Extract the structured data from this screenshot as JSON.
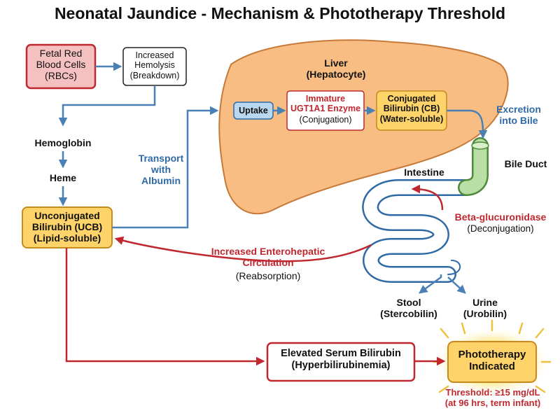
{
  "title": "Neonatal Jaundice - Mechanism & Phototherapy Threshold",
  "nodes": {
    "fetal_rbc": "Fetal Red\nBlood Cells\n(RBCs)",
    "hemolysis": "Increased\nHemolysis\n(Breakdown)",
    "hemoglobin": "Hemoglobin",
    "heme": "Heme",
    "ucb": "Unconjugated\nBilirubin (UCB)\n(Lipid-soluble)",
    "transport": "Transport\nwith\nAlbumin",
    "liver": "Liver\n(Hepatocyte)",
    "uptake": "Uptake",
    "enzyme_name": "Immature\nUGT1A1 Enzyme",
    "enzyme_role": "(Conjugation)",
    "cb": "Conjugated\nBilirubin (CB)\n(Water-soluble)",
    "excretion": "Excretion\ninto Bile",
    "bile_duct": "Bile Duct",
    "intestine": "Intestine",
    "beta_name": "Beta-glucuronidase",
    "beta_role": "(Deconjugation)",
    "entero_name": "Increased Enterohepatic\nCirculation",
    "entero_role": "(Reabsorption)",
    "stool": "Stool\n(Stercobilin)",
    "urine": "Urine\n(Urobilin)",
    "serum": "Elevated Serum Bilirubin\n(Hyperbilirubinemia)",
    "photo": "Phototherapy\nIndicated",
    "threshold": "Threshold: ≥15 mg/dL\n(at 96 hrs, term infant)"
  },
  "colors": {
    "liver_fill": "#f7bd82",
    "liver_stroke": "#c77a38",
    "blue_arrow": "#4a80b6",
    "red_arrow": "#c0282f",
    "yellow_box": "#fdd36a",
    "pink_box": "#f5c0c0",
    "uptake_box": "#b9d7ee",
    "bile_duct": "#b9dfa6",
    "glow": "#ffe680"
  }
}
